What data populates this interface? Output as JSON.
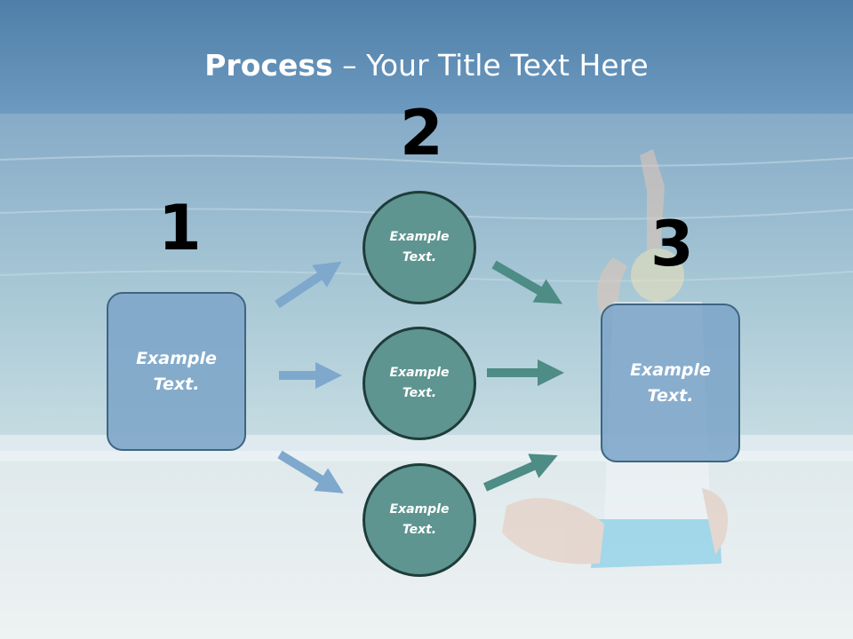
{
  "slide": {
    "title_bold": "Process",
    "title_rest": " – Your Title Text Here"
  },
  "steps": {
    "one": "1",
    "two": "2",
    "three": "3"
  },
  "shapes": {
    "start_box": "Example\nText.",
    "circle_top": "Example\nText.",
    "circle_middle": "Example\nText.",
    "circle_bottom": "Example\nText.",
    "end_box": "Example\nText."
  },
  "colors": {
    "box_fill": "#7da5c8",
    "box_border": "#3e6582",
    "circle_fill": "#5f9590",
    "circle_border": "#1e3d3a",
    "arrow_left": "#7ea8cc",
    "arrow_right": "#4e8c86"
  }
}
